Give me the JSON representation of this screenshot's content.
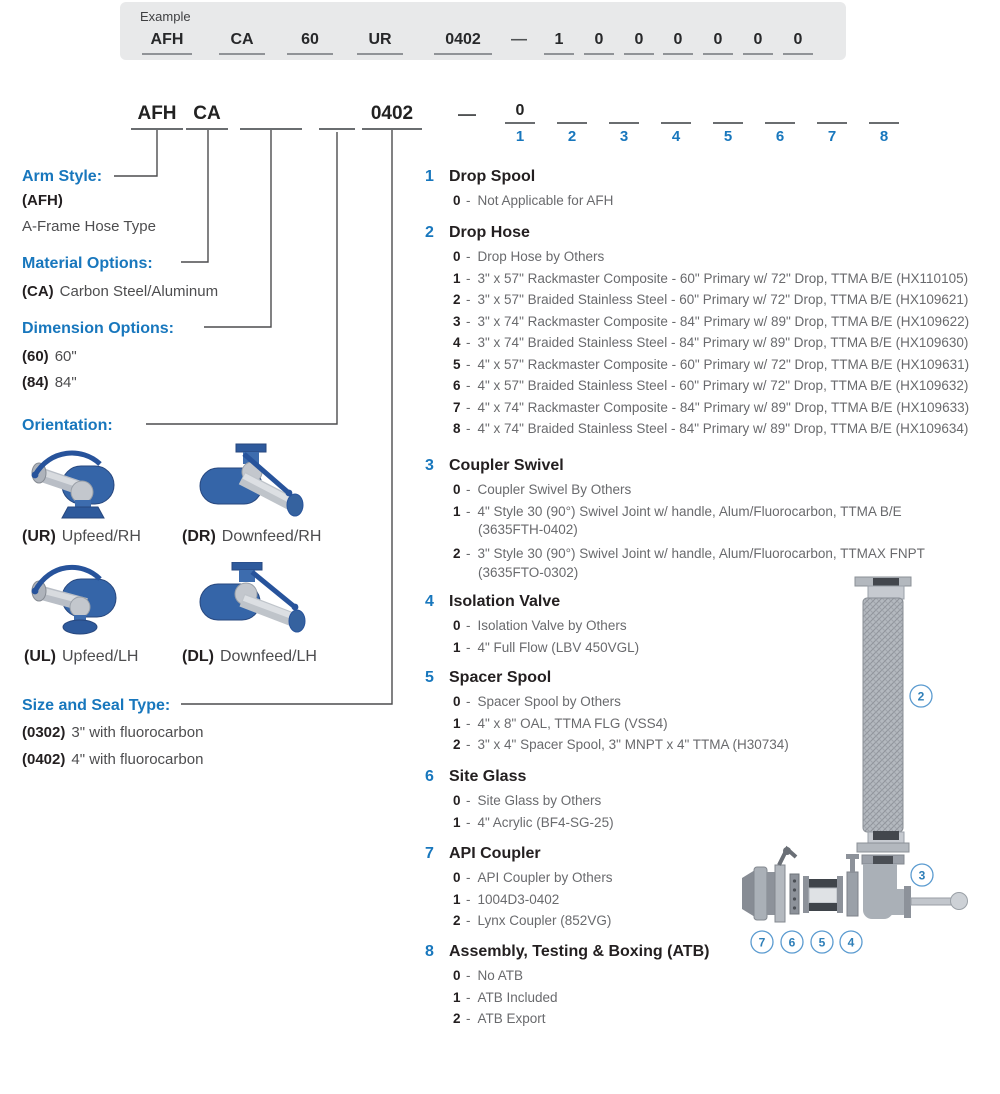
{
  "example": {
    "label": "Example",
    "segments": [
      "AFH",
      "CA",
      "60",
      "UR",
      "0402"
    ],
    "dash": "—",
    "digits": [
      "1",
      "0",
      "0",
      "0",
      "0",
      "0",
      "0"
    ]
  },
  "template": {
    "filled": [
      "AFH",
      "CA",
      "0402"
    ],
    "dash": "—",
    "position1_value": "0",
    "positions": [
      "1",
      "2",
      "3",
      "4",
      "5",
      "6",
      "7",
      "8"
    ]
  },
  "ui": {
    "sep": "-"
  },
  "left": {
    "arm_style": {
      "heading": "Arm Style:",
      "code": "(AFH)",
      "text": "A-Frame Hose Type"
    },
    "material": {
      "heading": "Material Options:",
      "items": [
        {
          "code": "(CA)",
          "text": "Carbon Steel/Aluminum"
        }
      ]
    },
    "dimension": {
      "heading": "Dimension Options:",
      "items": [
        {
          "code": "(60)",
          "text": "60\""
        },
        {
          "code": "(84)",
          "text": "84\""
        }
      ]
    },
    "orientation": {
      "heading": "Orientation:",
      "items": [
        {
          "code": "(UR)",
          "text": "Upfeed/RH"
        },
        {
          "code": "(DR)",
          "text": "Downfeed/RH"
        },
        {
          "code": "(UL)",
          "text": "Upfeed/LH"
        },
        {
          "code": "(DL)",
          "text": "Downfeed/LH"
        }
      ]
    },
    "size_seal": {
      "heading": "Size and Seal Type:",
      "items": [
        {
          "code": "(0302)",
          "text": "3\" with fluorocarbon"
        },
        {
          "code": "(0402)",
          "text": "4\" with fluorocarbon"
        }
      ]
    }
  },
  "sections": [
    {
      "num": "1",
      "title": "Drop Spool",
      "options": [
        {
          "v": "0",
          "text": "Not Applicable for AFH"
        }
      ]
    },
    {
      "num": "2",
      "title": "Drop Hose",
      "options": [
        {
          "v": "0",
          "text": "Drop Hose by Others"
        },
        {
          "v": "1",
          "text": "3\" x 57\" Rackmaster Composite - 60\" Primary w/ 72\" Drop, TTMA B/E (HX110105)"
        },
        {
          "v": "2",
          "text": "3\" x 57\" Braided Stainless Steel - 60\" Primary w/ 72\" Drop, TTMA B/E (HX109621)"
        },
        {
          "v": "3",
          "text": "3\" x 74\" Rackmaster Composite - 84\" Primary w/ 89\" Drop, TTMA B/E (HX109622)"
        },
        {
          "v": "4",
          "text": "3\" x 74\" Braided Stainless Steel - 84\" Primary w/ 89\" Drop, TTMA B/E (HX109630)"
        },
        {
          "v": "5",
          "text": "4\" x 57\" Rackmaster Composite - 60\" Primary w/ 72\" Drop, TTMA B/E (HX109631)"
        },
        {
          "v": "6",
          "text": "4\" x 57\" Braided Stainless Steel - 60\" Primary w/ 72\" Drop, TTMA B/E (HX109632)"
        },
        {
          "v": "7",
          "text": "4\" x 74\" Rackmaster Composite - 84\" Primary w/ 89\" Drop, TTMA B/E (HX109633)"
        },
        {
          "v": "8",
          "text": "4\" x 74\" Braided Stainless Steel - 84\" Primary w/ 89\" Drop, TTMA B/E (HX109634)"
        }
      ]
    },
    {
      "num": "3",
      "title": "Coupler Swivel",
      "options": [
        {
          "v": "0",
          "text": "Coupler Swivel By Others"
        },
        {
          "v": "1",
          "text": "4\" Style 30 (90°) Swivel Joint w/ handle, Alum/Fluorocarbon, TTMA B/E",
          "text2": "(3635FTH-0402)"
        },
        {
          "v": "2",
          "text": "3\" Style 30 (90°) Swivel Joint w/ handle, Alum/Fluorocarbon, TTMAX FNPT",
          "text2": "(3635FTO-0302)"
        }
      ]
    },
    {
      "num": "4",
      "title": "Isolation Valve",
      "options": [
        {
          "v": "0",
          "text": "Isolation Valve by Others"
        },
        {
          "v": "1",
          "text": "4\" Full Flow (LBV 450VGL)"
        }
      ]
    },
    {
      "num": "5",
      "title": "Spacer Spool",
      "options": [
        {
          "v": "0",
          "text": "Spacer Spool by Others"
        },
        {
          "v": "1",
          "text": "4\" x 8\" OAL, TTMA FLG (VSS4)"
        },
        {
          "v": "2",
          "text": "3\" x 4\" Spacer Spool, 3\" MNPT x 4\" TTMA (H30734)"
        }
      ]
    },
    {
      "num": "6",
      "title": "Site Glass",
      "options": [
        {
          "v": "0",
          "text": "Site Glass by Others"
        },
        {
          "v": "1",
          "text": "4\" Acrylic (BF4-SG-25)"
        }
      ]
    },
    {
      "num": "7",
      "title": "API Coupler",
      "options": [
        {
          "v": "0",
          "text": "API Coupler by Others"
        },
        {
          "v": "1",
          "text": "1004D3-0402"
        },
        {
          "v": "2",
          "text": "Lynx Coupler (852VG)"
        }
      ]
    },
    {
      "num": "8",
      "title": "Assembly, Testing & Boxing (ATB)",
      "options": [
        {
          "v": "0",
          "text": "No ATB"
        },
        {
          "v": "1",
          "text": "ATB Included"
        },
        {
          "v": "2",
          "text": "ATB Export"
        }
      ]
    }
  ],
  "diagram": {
    "hose_label": "2",
    "elbow_label": "3",
    "parts_row": [
      "7",
      "6",
      "5",
      "4"
    ]
  },
  "colors": {
    "accent_blue": "#1877bd",
    "callout_blue": "#2f7fb8",
    "text_dark": "#231f20",
    "text_gray": "#696a6d",
    "box_bg": "#e8e9ea"
  }
}
